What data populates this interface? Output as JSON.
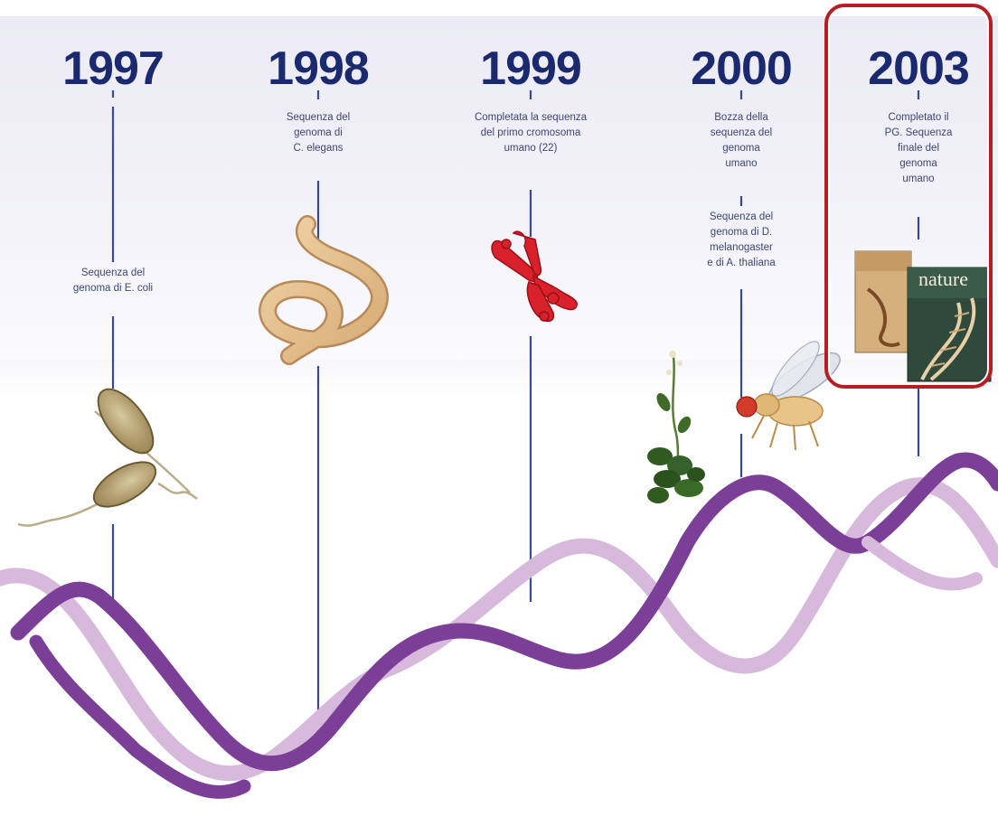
{
  "milestones": [
    {
      "year": "1997",
      "text": [
        "Sequenza del",
        "genoma di E. coli"
      ]
    },
    {
      "year": "1998",
      "text": [
        "Sequenza del",
        "genoma di",
        "C. elegans"
      ]
    },
    {
      "year": "1999",
      "text": [
        "Completata la sequenza",
        "del primo cromosoma",
        "umano (22)"
      ]
    },
    {
      "year": "2000",
      "text": [
        "Bozza della",
        "sequenza del",
        "genoma",
        "umano"
      ],
      "text2": [
        "Sequenza del",
        "genoma di D.",
        "melanogaster",
        "e di A. thaliana"
      ]
    },
    {
      "year": "2003",
      "text": [
        "Completato il",
        "PG. Sequenza",
        "finale del",
        "genoma",
        "umano"
      ]
    }
  ],
  "magazine_title": "nature",
  "colors": {
    "year_text": "#1b2a6e",
    "timeline_line": "#3b4a8c",
    "helix_dark": "#7b3f98",
    "helix_light": "#d7b9dc",
    "highlight": "#b51e24"
  },
  "icons": [
    "e-coli-bacteria-icon",
    "c-elegans-worm-icon",
    "chromosome-icon",
    "arabidopsis-plant-icon",
    "fruit-fly-icon",
    "journal-covers-icon"
  ]
}
